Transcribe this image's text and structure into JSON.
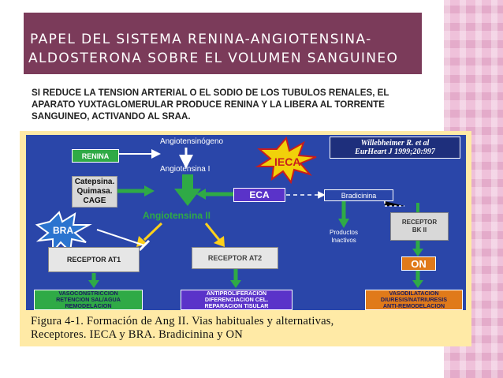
{
  "slide": {
    "title_line1": "PAPEL DEL SISTEMA RENINA-ANGIOTENSINA-",
    "title_line2": "ALDOSTERONA SOBRE EL VOLUMEN SANGUINEO",
    "intro_line1": "SI REDUCE LA TENSION ARTERIAL O  EL SODIO DE LOS TUBULOS RENALES, EL",
    "intro_line2": "APARATO YUXTAGLOMERULAR PRODUCE RENINA Y LA LIBERA AL TORRENTE",
    "intro_line3": "SANGUINEO, ACTIVANDO AL  SRAA."
  },
  "figure": {
    "citation_line1": "Willebheimer R. et al",
    "citation_line2": "EurHeart J 1999;20:997",
    "angiotensinogeno": "Angiotensinógeno",
    "renina": "RENINA",
    "angiotensina_i": "Angiotensina I",
    "ieca": "IECA",
    "enzymes_line1": "Catepsina.",
    "enzymes_line2": "Quimasa.",
    "enzymes_line3": "CAGE",
    "eca": "ECA",
    "bradicinina": "Bradicinina",
    "angiotensina_ii": "Angiotensina II",
    "bra": "BRA",
    "productos_inactivos_line1": "Productos",
    "productos_inactivos_line2": "Inactivos",
    "receptor_bk_line1": "RECEPTOR",
    "receptor_bk_line2": "BK II",
    "receptor_at1": "RECEPTOR AT1",
    "receptor_at2": "RECEPTOR AT2",
    "on": "ON",
    "effects_at1_line1": "VASOCONSTRICCION",
    "effects_at1_line2": "RETENCION SAL/AGUA",
    "effects_at1_line3": "REMODELACION",
    "effects_at2_line1": "ANTIPROLIFERACION",
    "effects_at2_line2": "DIFERENCIACION CEL.",
    "effects_at2_line3": "REPARACION TISULAR",
    "effects_bk_line1": "VASODILATACION",
    "effects_bk_line2": "DIURESIS/NATRIURESIS",
    "effects_bk_line3": "ANTI-REMODELACION",
    "caption_line1": "Figura 4-1. Formación de Ang II. Vias habituales y alternativas,",
    "caption_line2": "Receptores. IECA y BRA. Bradicinina y ON"
  },
  "colors": {
    "title_band": "#7b3b5a",
    "side_strip": "#efc1da",
    "figure_bg": "#ffeaa6",
    "diagram_bg": "#2a46a9",
    "green_box": "#2faa46",
    "orange_box": "#e07a1a",
    "yellow_text": "#ffe000"
  }
}
